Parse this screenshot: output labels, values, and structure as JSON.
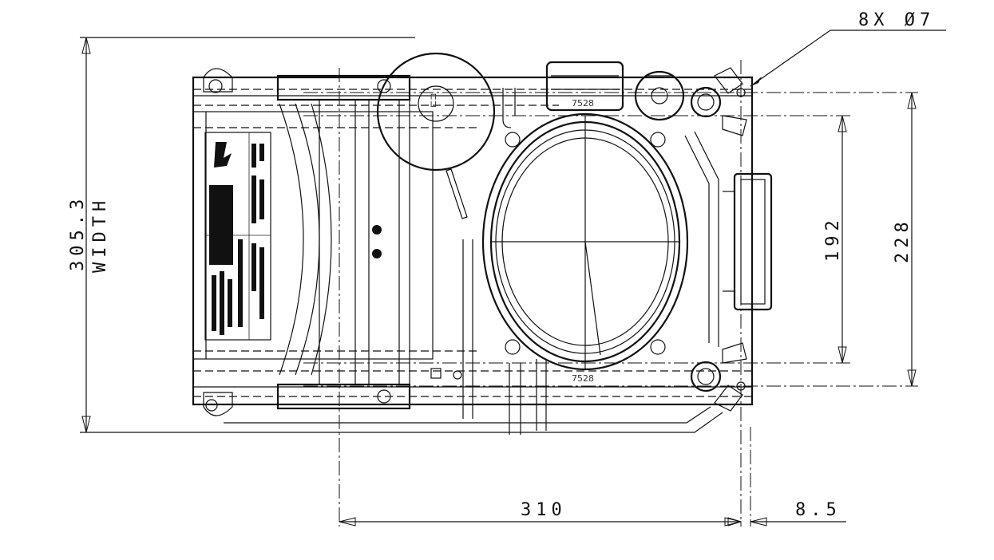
{
  "drawing": {
    "dimensions": {
      "hole_callout": "8X Ø7",
      "overall_width": "305.3",
      "width_label": "WIDTH",
      "hole_spacing_inner": "192",
      "hole_spacing_outer": "228",
      "length": "310",
      "offset": "8.5"
    },
    "part_marks": {
      "top_mark": "7528",
      "bottom_mark": "7528"
    },
    "colors": {
      "line": "#111111",
      "background": "#ffffff",
      "label_dark": "#111111"
    }
  }
}
